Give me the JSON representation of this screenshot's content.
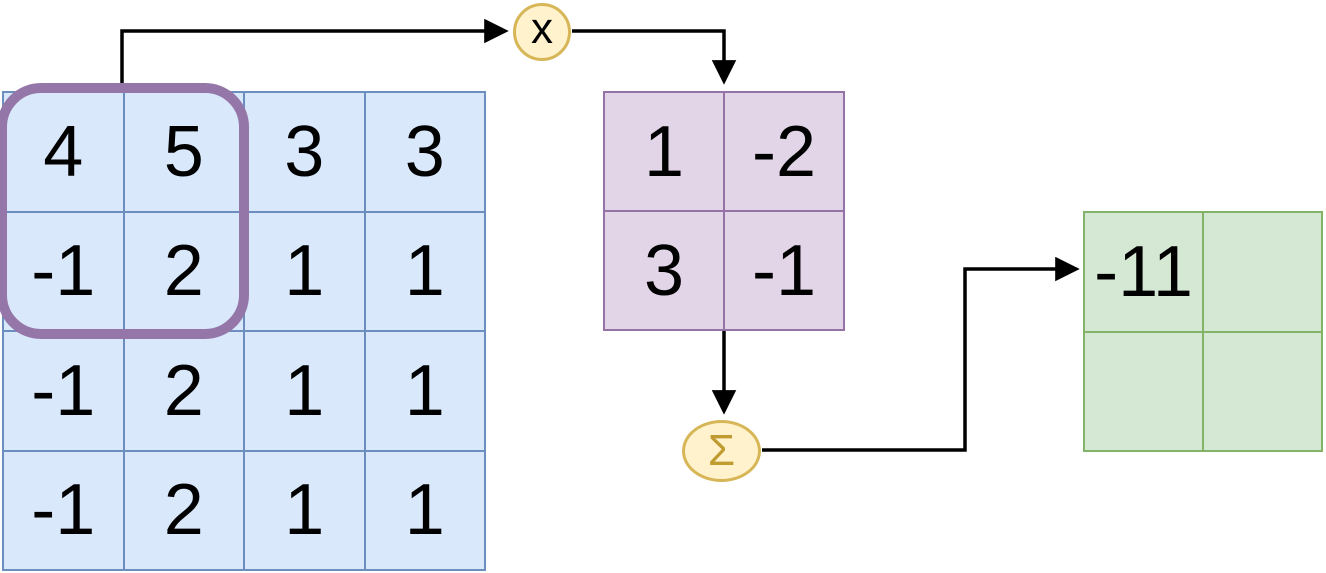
{
  "colors": {
    "input_fill": "#dae8fc",
    "input_stroke": "#6c8ebf",
    "kernel_fill": "#e1d5e7",
    "kernel_stroke": "#9673a6",
    "output_fill": "#d5e8d4",
    "output_stroke": "#82b366",
    "node_fill": "#fff2cc",
    "node_stroke": "#d6b656",
    "highlight_stroke": "#9477a8",
    "sigma_glyph": "#bf9b30",
    "arrow": "#000000"
  },
  "input_matrix": {
    "rows": [
      [
        "4",
        "5",
        "3",
        "3"
      ],
      [
        "-1",
        "2",
        "1",
        "1"
      ],
      [
        "-1",
        "2",
        "1",
        "1"
      ],
      [
        "-1",
        "2",
        "1",
        "1"
      ]
    ]
  },
  "kernel_matrix": {
    "rows": [
      [
        "1",
        "-2"
      ],
      [
        "3",
        "-1"
      ]
    ]
  },
  "output_matrix": {
    "rows": [
      [
        "-11",
        ""
      ],
      [
        "",
        ""
      ]
    ]
  },
  "nodes": {
    "multiply_label": "x",
    "sum_label": "Σ"
  }
}
